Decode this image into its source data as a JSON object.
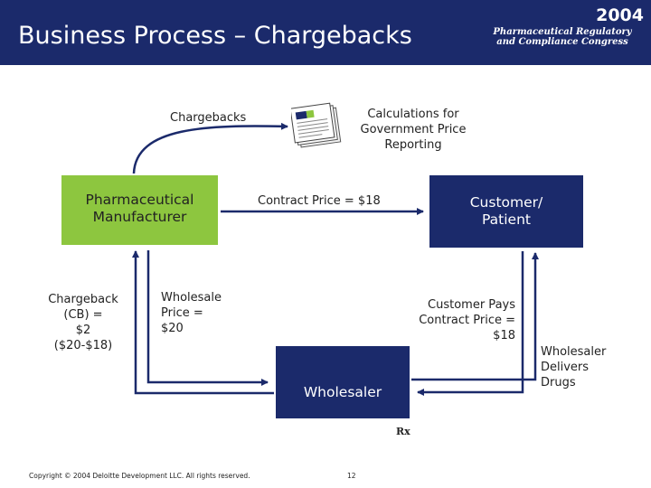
{
  "header": {
    "title": "Business Process – Chargebacks",
    "year": "2004",
    "conference": "Pharmaceutical Regulatory\nand Compliance Congress",
    "background_color": "#1b2a6b"
  },
  "diagram": {
    "nodes": {
      "manufacturer": "Pharmaceutical\nManufacturer",
      "customer": "Customer/\nPatient",
      "wholesaler": "Wholesaler"
    },
    "labels": {
      "chargebacks": "Chargebacks",
      "calculations": "Calculations for\nGovernment Price\nReporting",
      "contract_price": "Contract Price = $18",
      "chargeback_amount": "Chargeback\n(CB) =\n$2\n($20-$18)",
      "wholesale_price": "Wholesale\nPrice =\n$20",
      "customer_pays": "Customer Pays\nContract Price =\n$18",
      "wholesaler_delivers": "Wholesaler\nDelivers\nDrugs",
      "rx": "Rx"
    },
    "icons": {
      "report": "document-stack-icon"
    },
    "colors": {
      "manufacturer": "#8dc63f",
      "dark_node": "#1b2a6b",
      "arrow": "#1b2a6b"
    }
  },
  "footer": {
    "copyright": "Copyright © 2004 Deloitte Development LLC. All rights reserved.",
    "page": "12"
  }
}
